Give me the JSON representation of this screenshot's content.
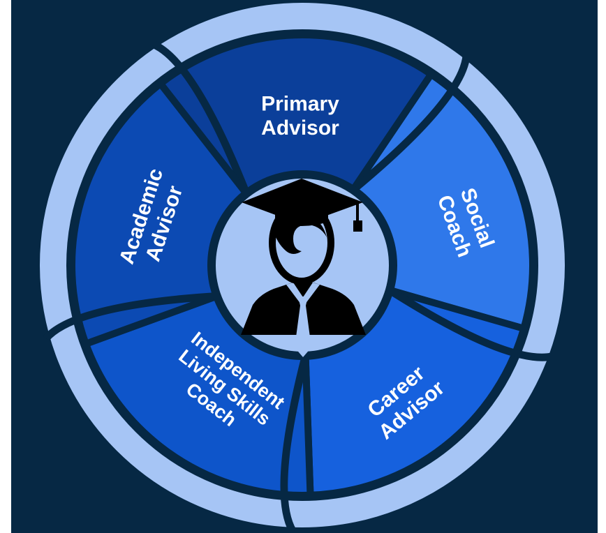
{
  "diagram": {
    "segments": [
      {
        "id": "primary",
        "lines": [
          "Primary",
          "Advisor"
        ],
        "color": "#0b3f9a"
      },
      {
        "id": "social",
        "lines": [
          "Social",
          "Coach"
        ],
        "color": "#2f78ea"
      },
      {
        "id": "career",
        "lines": [
          "Career",
          "Advisor"
        ],
        "color": "#1661de"
      },
      {
        "id": "living",
        "lines": [
          "Independent",
          "Living Skills",
          "Coach"
        ],
        "color": "#0e55ca"
      },
      {
        "id": "academic",
        "lines": [
          "Academic",
          "Advisor"
        ],
        "color": "#0c4ab3"
      }
    ],
    "center_icon": "graduate-icon",
    "colors": {
      "background": "#062844",
      "outer_ring": "#a6c5f5",
      "divider": "#062844",
      "center_fill": "#a6c5f5",
      "figure": "#000000"
    }
  }
}
